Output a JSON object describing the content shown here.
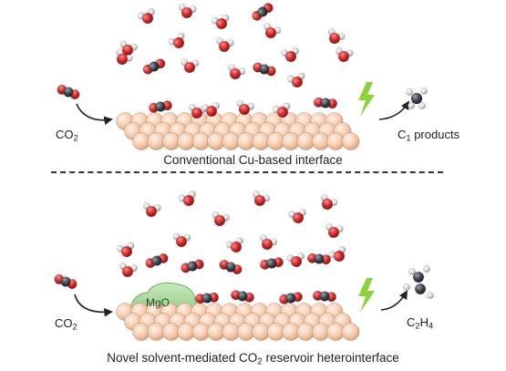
{
  "top_panel": {
    "reactant": {
      "formula": "CO",
      "sub": "2"
    },
    "product": {
      "prefix": "C",
      "sub": "1",
      "suffix": " products"
    },
    "caption": "Conventional Cu-based interface"
  },
  "bottom_panel": {
    "reactant": {
      "formula": "CO",
      "sub": "2"
    },
    "product": {
      "p1": "C",
      "s1": "2",
      "p2": "H",
      "s2": "4"
    },
    "oxide_label": "MgO",
    "caption": {
      "pre": "Novel solvent-mediated CO",
      "sub": "2",
      "post": " reservoir heterointerface"
    }
  },
  "colors": {
    "cu_atom": "#f6cdb0",
    "oxygen": "#d42a2a",
    "carbon": "#3f4650",
    "hydrogen": "#d9d9d9",
    "mgo": "#a9d69a",
    "bolt": "#8cd23a"
  }
}
